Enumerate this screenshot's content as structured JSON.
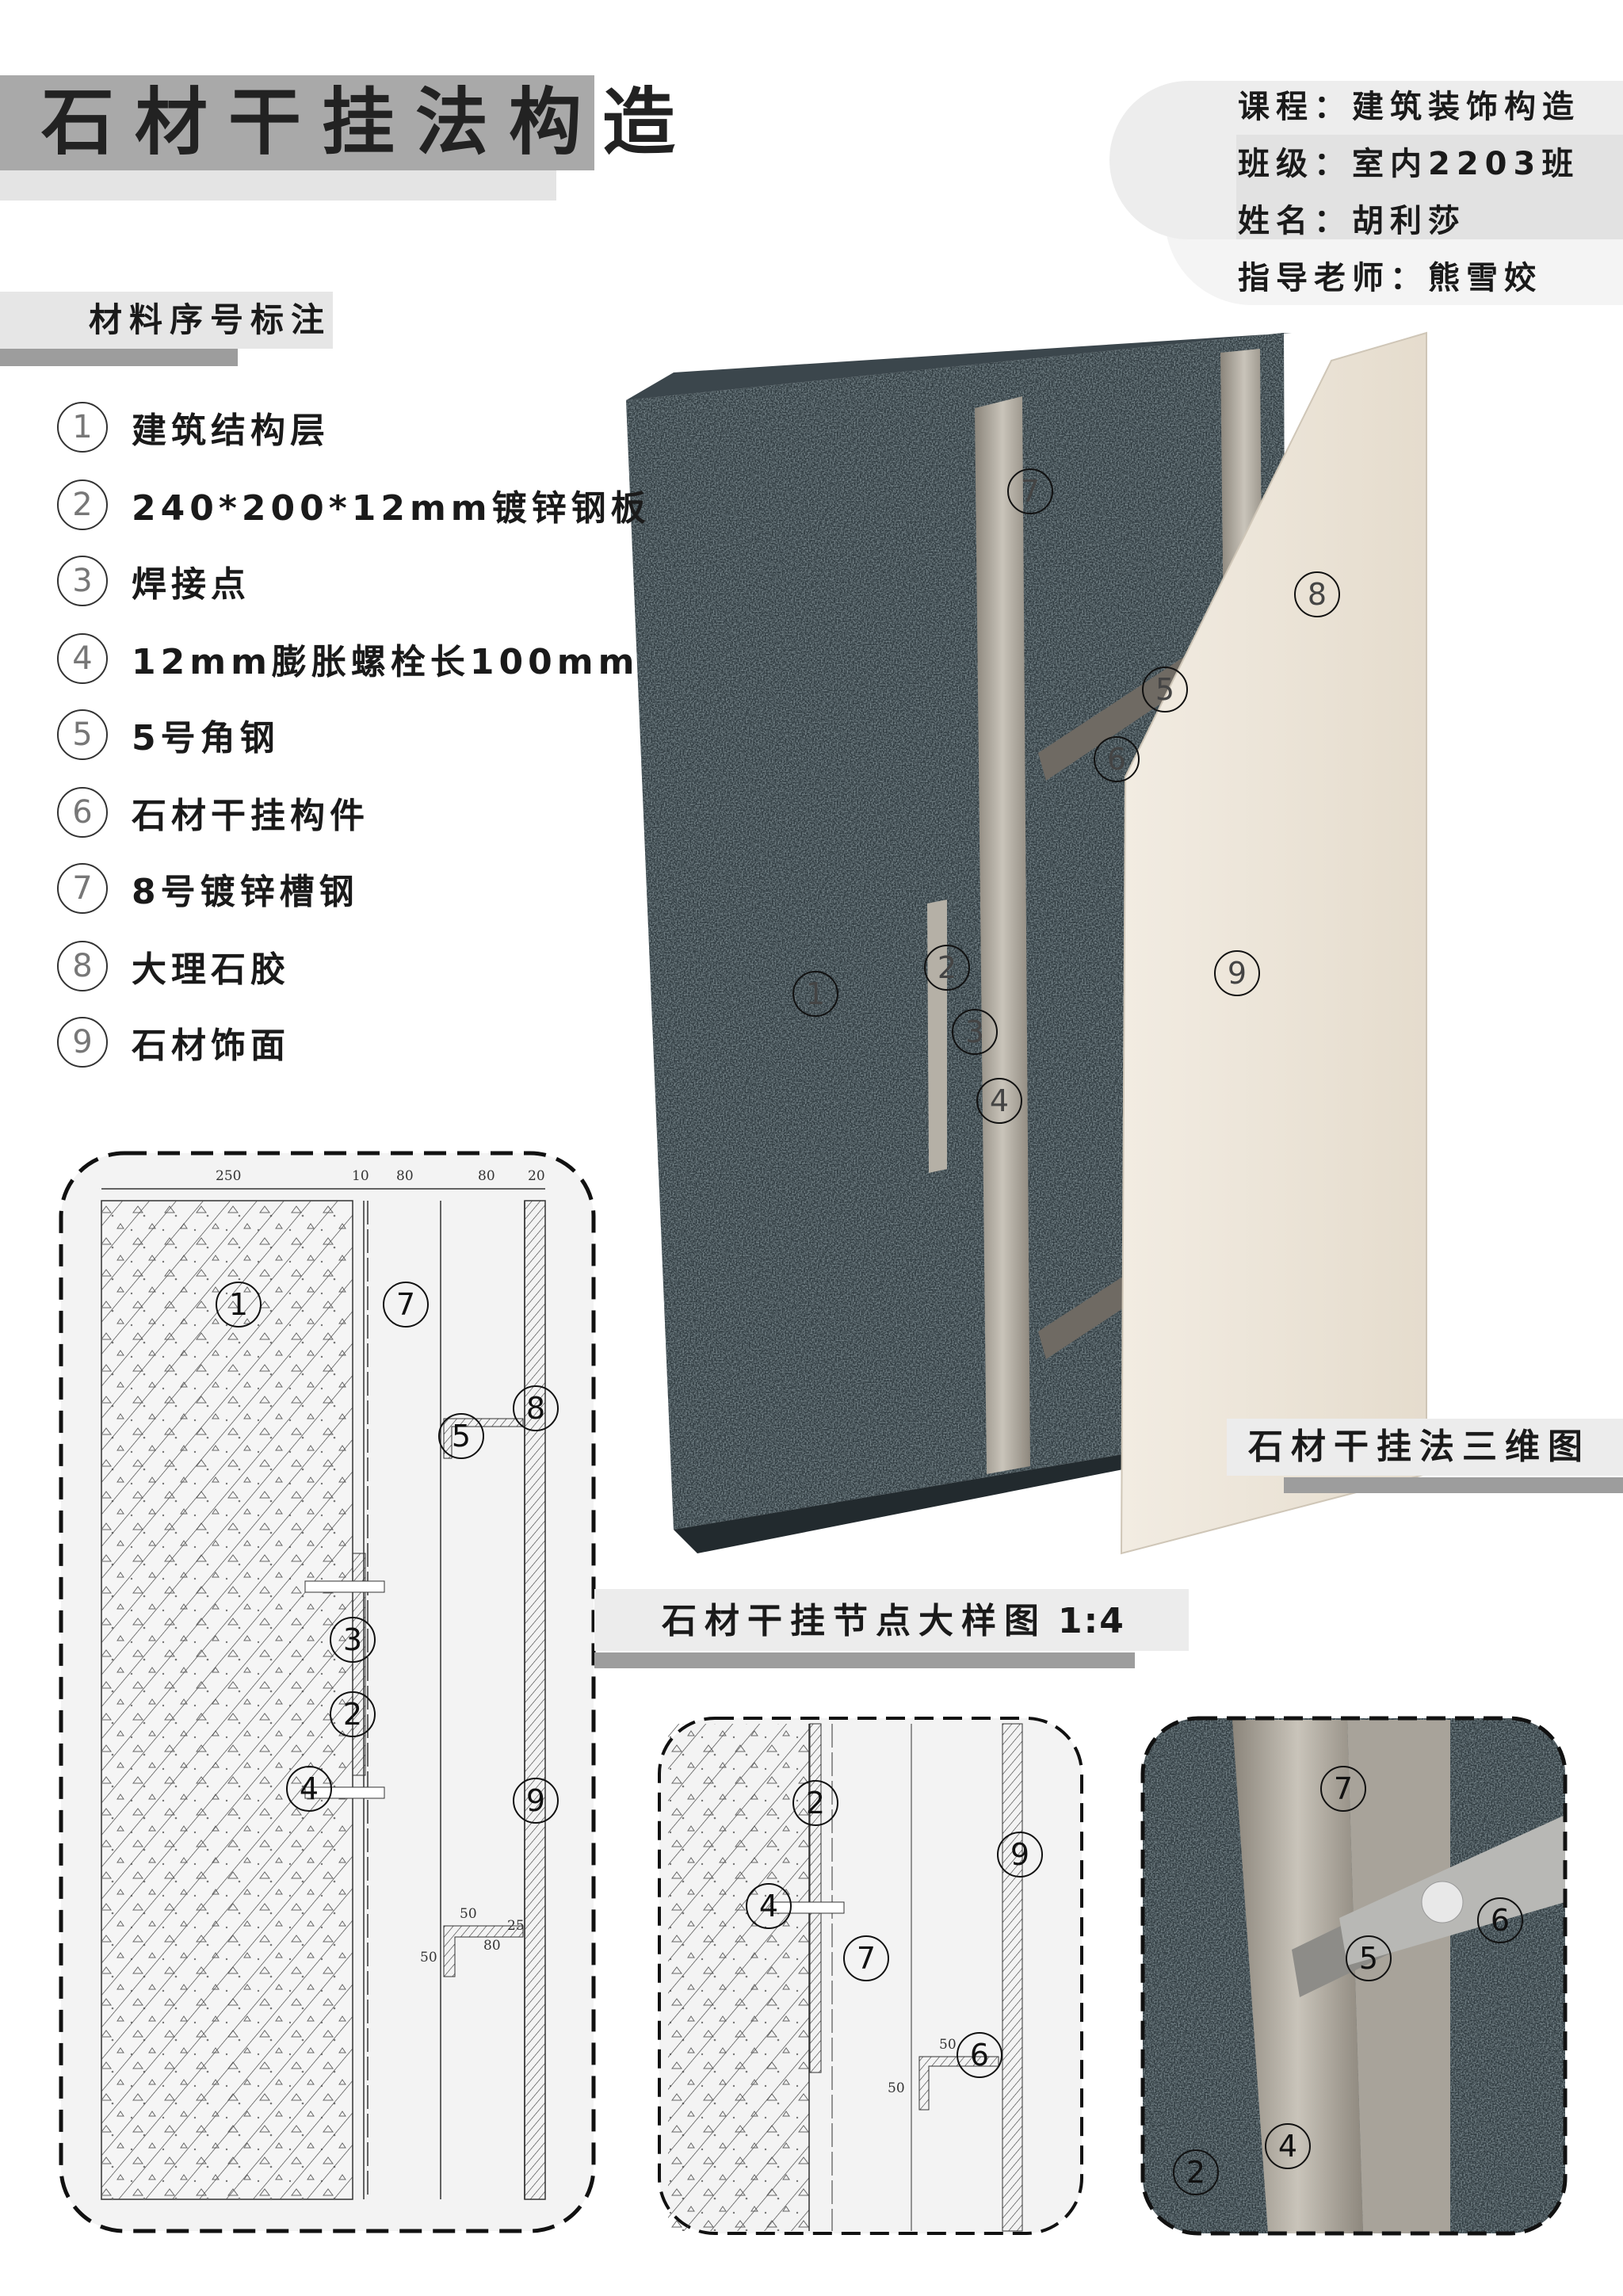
{
  "header": {
    "title": "石材干挂法构造"
  },
  "info": {
    "course": "课程：建筑装饰构造",
    "class": "班级：室内2203班",
    "name": "姓名：胡利莎",
    "teacher": "指导老师：熊雪姣"
  },
  "legend": {
    "title": "材料序号标注",
    "items": [
      {
        "num": "1",
        "label": "建筑结构层"
      },
      {
        "num": "2",
        "label": "240*200*12mm镀锌钢板"
      },
      {
        "num": "3",
        "label": "焊接点"
      },
      {
        "num": "4",
        "label": "12mm膨胀螺栓长100mm"
      },
      {
        "num": "5",
        "label": "5号角钢"
      },
      {
        "num": "6",
        "label": "石材干挂构件"
      },
      {
        "num": "7",
        "label": "8号镀锌槽钢"
      },
      {
        "num": "8",
        "label": "大理石胶"
      },
      {
        "num": "9",
        "label": "石材饰面"
      }
    ]
  },
  "view3d": {
    "caption": "石材干挂法三维图",
    "labels": [
      "7",
      "8",
      "5",
      "6",
      "2",
      "1",
      "3",
      "4",
      "9"
    ]
  },
  "detail": {
    "caption": "石材干挂节点大样图",
    "scale": "1:4",
    "dims_top": [
      "250",
      "10",
      "80",
      "80",
      "20"
    ],
    "dims_bracket": [
      "50",
      "25",
      "80",
      "50"
    ],
    "labels": [
      "1",
      "7",
      "8",
      "5",
      "3",
      "2",
      "4",
      "9"
    ]
  },
  "detail_small": {
    "labels": [
      "2",
      "9",
      "4",
      "7",
      "6"
    ],
    "dims": [
      "50",
      "50"
    ]
  },
  "photo": {
    "labels": [
      "7",
      "6",
      "5",
      "4",
      "2"
    ]
  },
  "colors": {
    "title_bar": "#a9a9a9",
    "granite": "#2f3a3f",
    "stone_panel": "#ece4d8",
    "steel": "#a9a49a"
  }
}
